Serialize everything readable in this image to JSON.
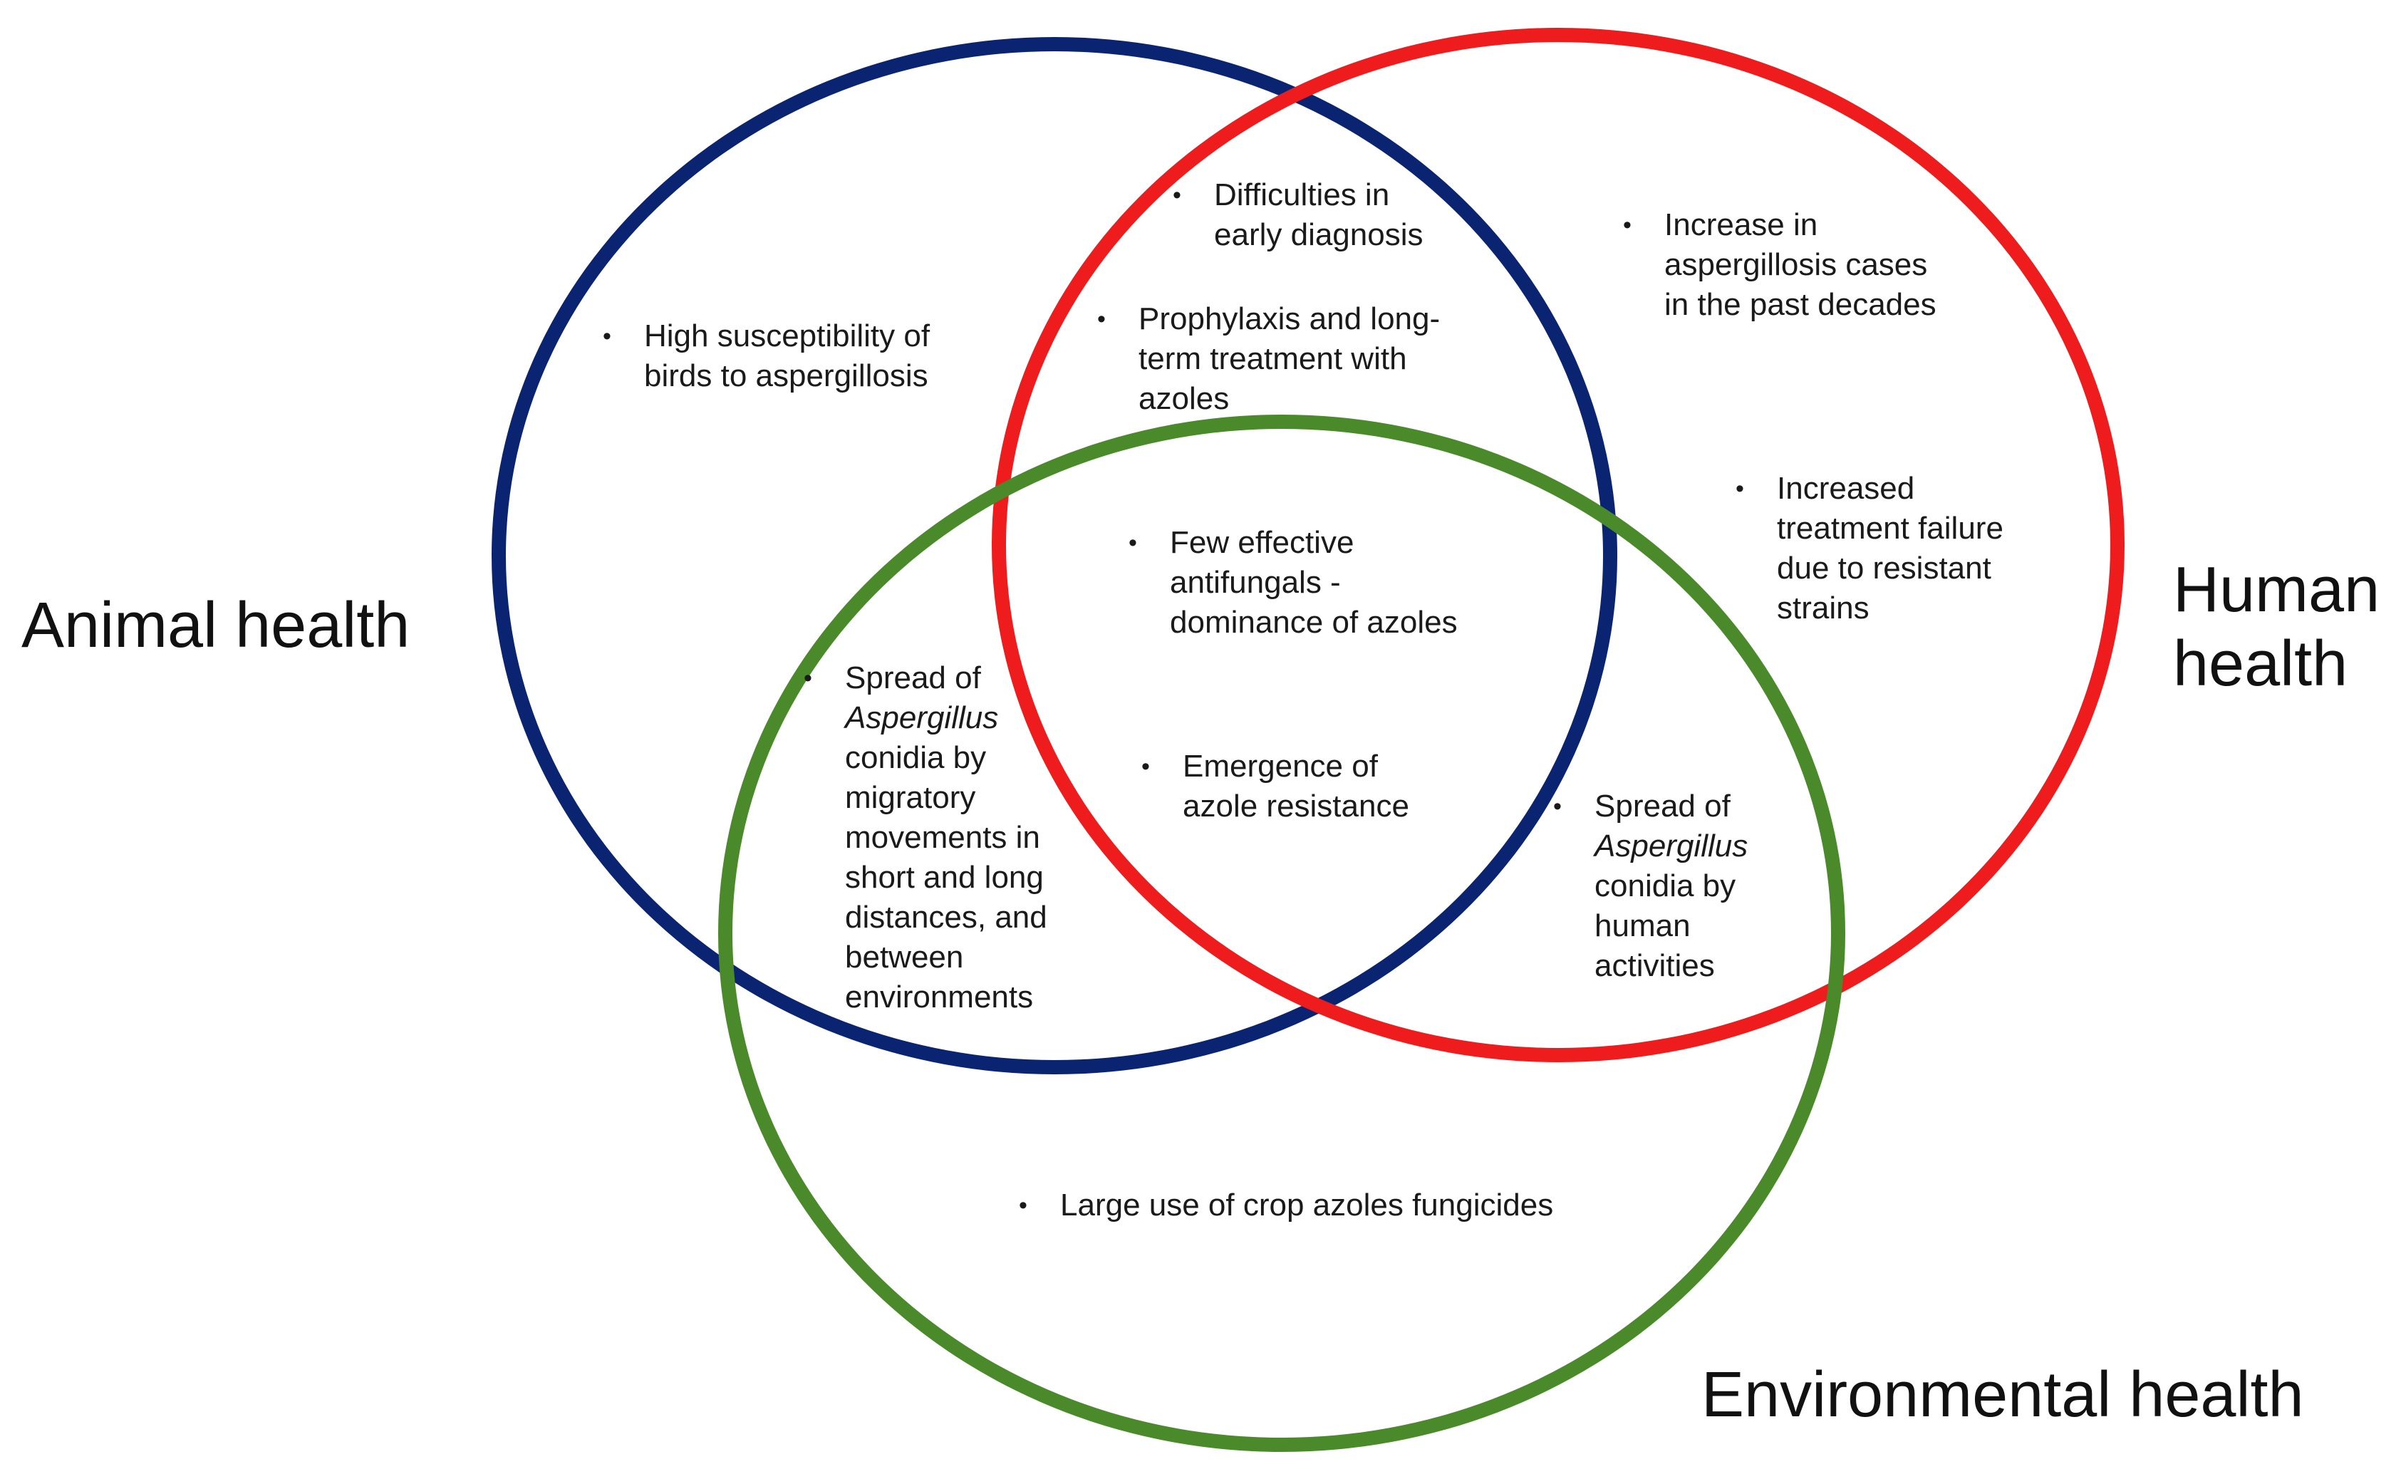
{
  "colors": {
    "animal": "#0b2471",
    "human": "#ee1c1c",
    "environment": "#4a8a2a"
  },
  "labels": {
    "animal": "Animal health",
    "human": "Human\nhealth",
    "environment": "Environmental health"
  },
  "bullets": {
    "birds": "High susceptibility of\nbirds to aspergillosis",
    "diagnosis": "Difficulties in\nearly diagnosis",
    "prophylaxis": "Prophylaxis and long-\nterm treatment with\nazoles",
    "increase": "Increase in\naspergillosis cases\nin the past decades",
    "failure": "Increased\ntreatment failure\ndue to resistant\nstrains",
    "few": "Few effective\nantifungals -\ndominance of azoles",
    "spread_animal": {
      "pre": "Spread of",
      "italic": "Aspergillus",
      "post": "conidia by\nmigratory\nmovements in\nshort and long\ndistances, and\nbetween\nenvironments"
    },
    "emergence": "Emergence of\nazole resistance",
    "spread_human": {
      "pre": "Spread of",
      "italic": "Aspergillus",
      "post": "conidia by\nhuman\nactivities"
    },
    "crop": "Large use of crop azoles fungicides"
  },
  "bullet_glyph": "•"
}
